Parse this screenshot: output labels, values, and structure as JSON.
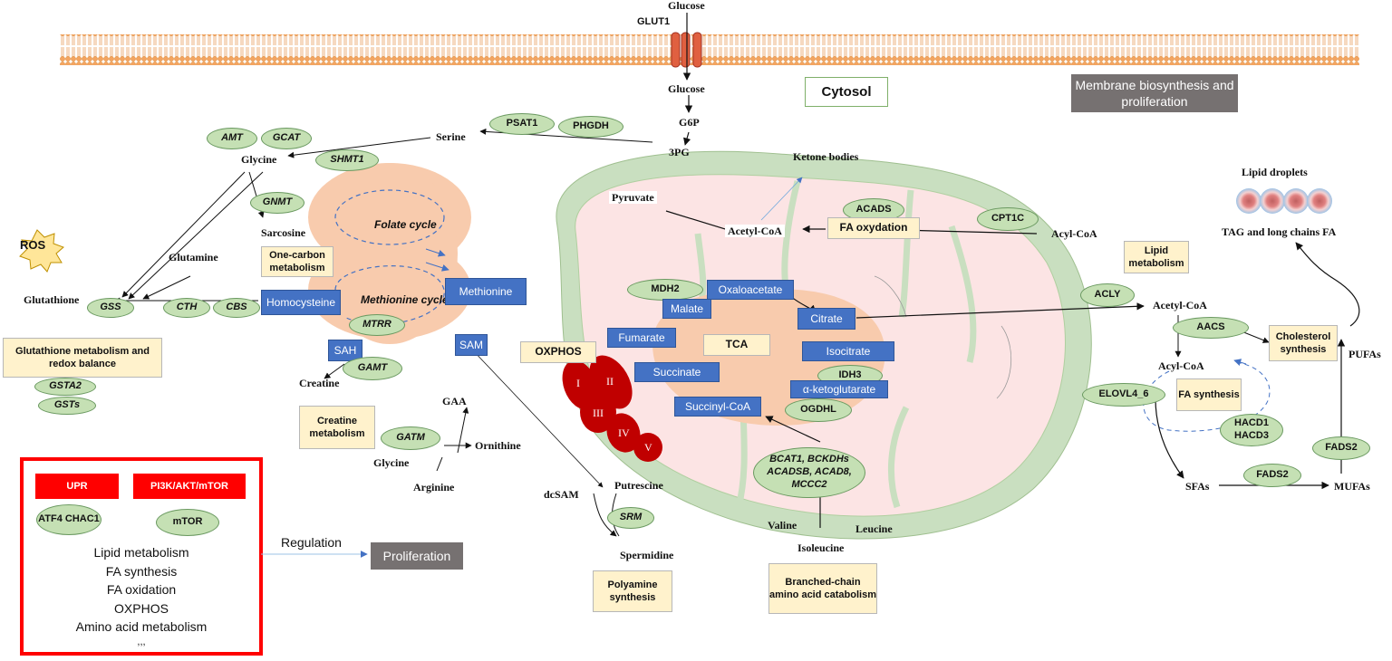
{
  "membrane": {
    "glucose_out": "Glucose",
    "glut1": "GLUT1",
    "glucose_in": "Glucose"
  },
  "headers": {
    "cytosol": "Cytosol",
    "membrane_biosynthesis": "Membrane biosynthesis and proliferation",
    "proliferation": "Proliferation",
    "regulation": "Regulation"
  },
  "glycolysis": {
    "g6p": "G6P",
    "pg3": "3PG",
    "pyruvate": "Pyruvate",
    "serine": "Serine",
    "psat1": "PSAT1",
    "phgdh": "PHGDH"
  },
  "one_carbon": {
    "amt": "AMT",
    "gcat": "GCAT",
    "glycine": "Glycine",
    "shmt1": "SHMT1",
    "gnmt": "GNMT",
    "sarcosine": "Sarcosine",
    "folate_cycle": "Folate cycle",
    "one_carbon_metabolism": "One-carbon metabolism",
    "methionine_cycle": "Methionine cycle",
    "homocysteine": "Homocysteine",
    "methionine": "Methionine",
    "mtrr": "MTRR",
    "sah": "SAH",
    "sam": "SAM"
  },
  "glutathione": {
    "ros": "ROS",
    "glutamine": "Glutamine",
    "glutathione": "Glutathione",
    "gss": "GSS",
    "cth": "CTH",
    "cbs": "CBS",
    "box": "Glutathione metabolism and redox balance",
    "gsta2": "GSTA2",
    "gsts": "GSTs"
  },
  "creatine": {
    "creatine": "Creatine",
    "gamt": "GAMT",
    "gaa": "GAA",
    "box": "Creatine metabolism",
    "gatm": "GATM",
    "glycine": "Glycine",
    "ornithine": "Ornithine",
    "arginine": "Arginine"
  },
  "polyamine": {
    "dcsam": "dcSAM",
    "putrescine": "Putrescine",
    "srm": "SRM",
    "spermidine": "Spermidine",
    "box": "Polyamine synthesis"
  },
  "mito": {
    "ketone_bodies": "Ketone bodies",
    "acetyl_coa": "Acetyl-CoA",
    "acads": "ACADS",
    "fa_oxydation": "FA oxydation",
    "cpt1c": "CPT1C",
    "acyl_coa": "Acyl-CoA",
    "mdh2": "MDH2",
    "oxaloacetate": "Oxaloacetate",
    "malate": "Malate",
    "citrate": "Citrate",
    "fumarate": "Fumarate",
    "tca": "TCA",
    "isocitrate": "Isocitrate",
    "succinate": "Succinate",
    "idh3": "IDH3",
    "akg": "α-ketoglutarate",
    "succinyl_coa": "Succinyl-CoA",
    "ogdhl": "OGDHL",
    "oxphos": "OXPHOS",
    "complexes": [
      "I",
      "II",
      "III",
      "IV",
      "V"
    ],
    "bcaa_enzymes": "BCAT1, BCKDHs ACADSB, ACAD8, MCCC2",
    "valine": "Valine",
    "leucine": "Leucine",
    "isoleucine": "Isoleucine",
    "bcaa_box": "Branched-chain amino acid catabolism"
  },
  "lipid": {
    "lipid_droplets": "Lipid droplets",
    "tag": "TAG and long chains FA",
    "lipid_metabolism": "Lipid metabolism",
    "acly": "ACLY",
    "acetyl_coa": "Acetyl-CoA",
    "aacs": "AACS",
    "cholesterol": "Cholesterol synthesis",
    "acyl_coa": "Acyl-CoA",
    "elovl": "ELOVL4_6",
    "fa_synthesis": "FA synthesis",
    "hacd": "HACD1 HACD3",
    "fads2_a": "FADS2",
    "fads2_b": "FADS2",
    "sfas": "SFAs",
    "mufas": "MUFAs",
    "pufas": "PUFAs"
  },
  "regulation_box": {
    "upr": "UPR",
    "pi3k": "PI3K/AKT/mTOR",
    "atf4": "ATF4 CHAC1",
    "mtor": "mTOR",
    "items": [
      "Lipid metabolism",
      "FA synthesis",
      "FA oxidation",
      "OXPHOS",
      "Amino acid metabolism"
    ],
    "ellipsis": ",,,"
  },
  "colors": {
    "ellipse_fill": "#c5e0b4",
    "yellow_box": "#fff2cc",
    "blue_box": "#4472c4",
    "gray_box": "#767171",
    "mito_outer": "#c9dfc0",
    "mito_inner": "#fce4e4",
    "cycle_fill": "#f8cbad",
    "complex_red": "#c00000",
    "frame_red": "#ff0000"
  }
}
